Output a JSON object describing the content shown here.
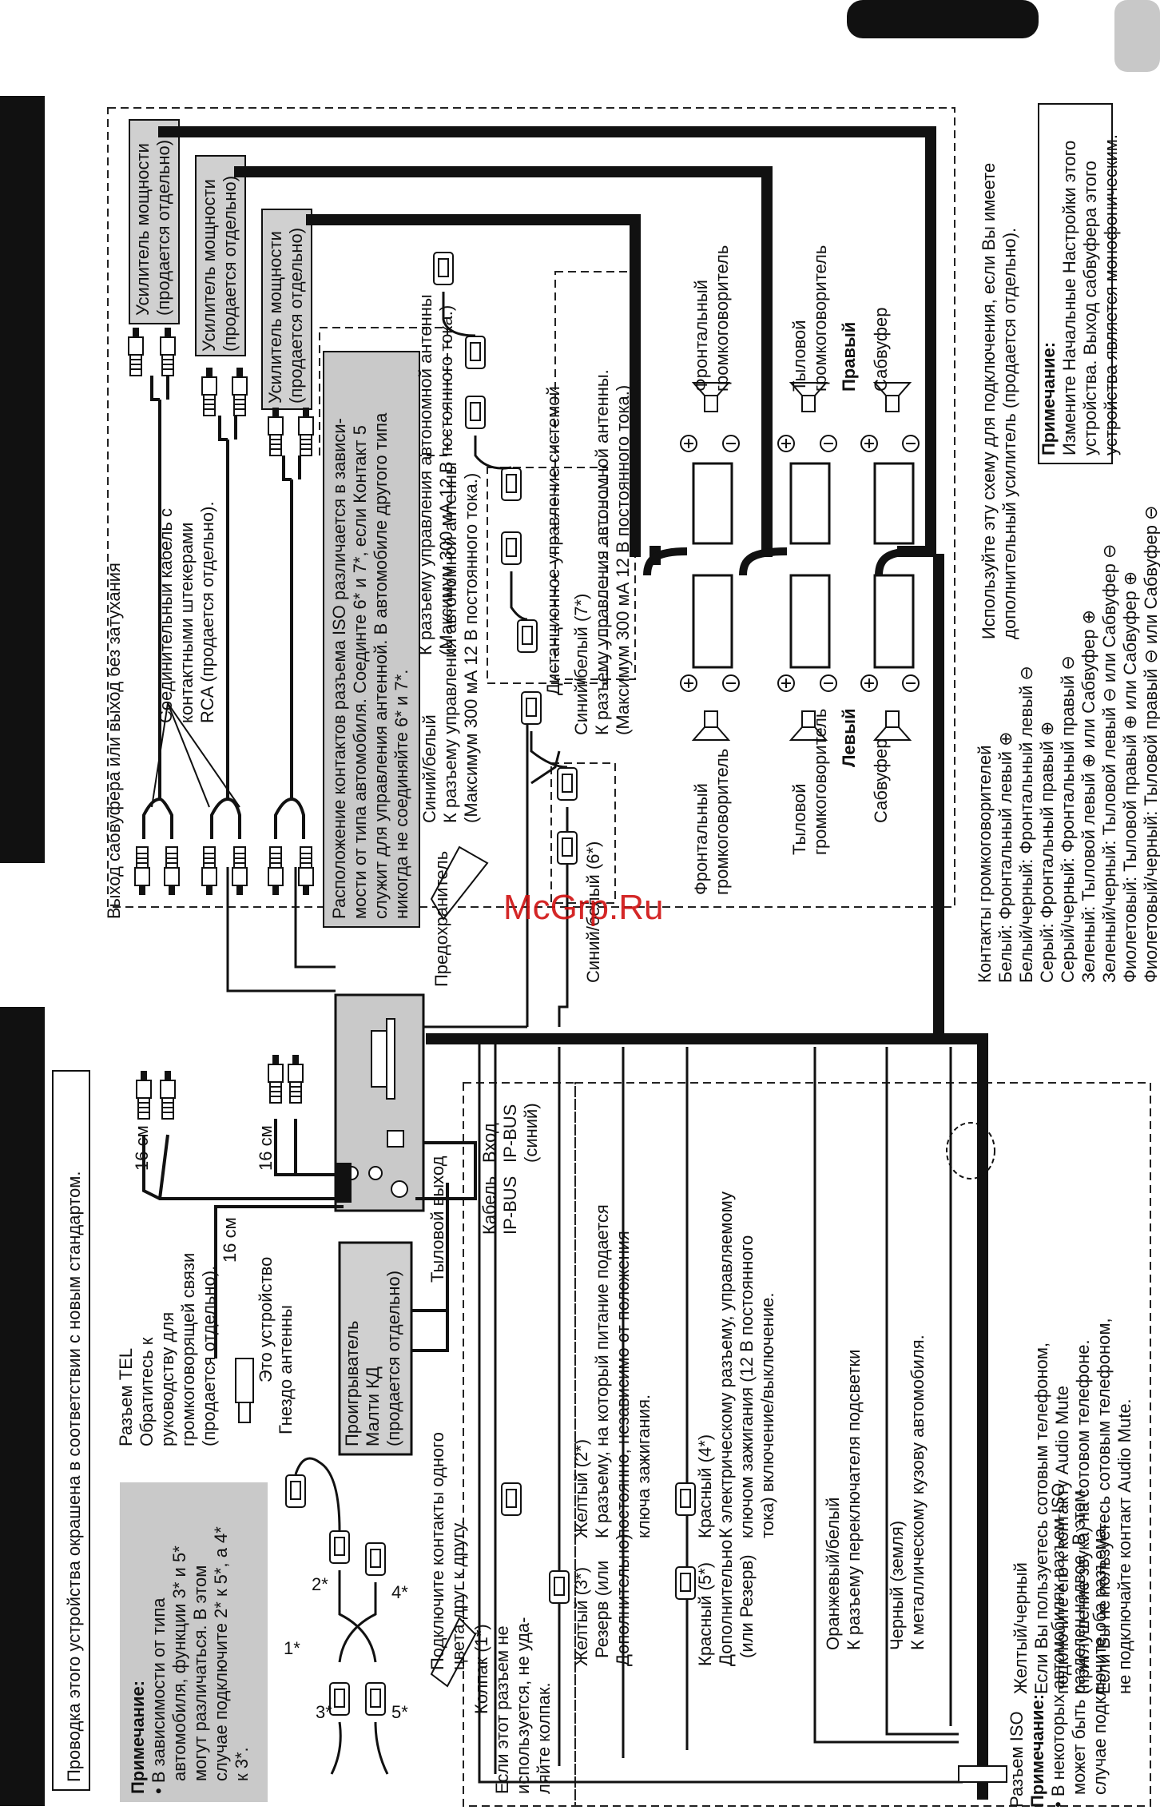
{
  "page": {
    "title": "Проводка этого устройства окрашена в соответствии с новым стандартом.",
    "watermark": "McGrp.Ru"
  },
  "colors": {
    "wire": "#111111",
    "panel_gray": "#c9c9c9",
    "box_gray": "#d0d0d0",
    "watermark": "#d01010"
  },
  "labels": {
    "sub_out": "Выход сабвуфера или выход без затухания",
    "rca_cable": [
      "Соединительный кабель с",
      "контактными штекерами",
      "RCA (продается отдельно)."
    ],
    "amp1": [
      "Усилитель мощности",
      "(продается отдельно)"
    ],
    "amp2": [
      "Усилитель мощности",
      "(продается отдельно)"
    ],
    "amp3": [
      "Усилитель мощности",
      "(продается отдельно)"
    ],
    "iso_note_box": [
      "Расположение контактов разъема ISO различается в зависи-",
      "мости от типа автомобиля. Соединте 6* и 7*, если Контакт 5",
      "служит для управления антенной. В автомобиле другого типа",
      "никогда не соединяйте 6* и 7*."
    ],
    "blue_white": [
      "Синий/белый",
      "К разъему управления автономной антенны",
      "(Максимум 300 мА 12 В постоянного тока.)"
    ],
    "blue_white_7": [
      "Синий/белый (7*)",
      "К разъему управления автономной антенны.",
      "(Максимум 300 мА 12 В постоянного тока.)"
    ],
    "auto_antenna": [
      "К разъему управления автономной антенны",
      "(Максимум 300 мА 12 В постоянного тока.)"
    ],
    "remote": "Дистанционное управление системой",
    "auto_antenna2": [
      "К разъему управления автономной антенны.",
      "(Максимум 300 мА 12 В постоянного тока.)"
    ],
    "blue_white_6": "Синий/белый (6*)",
    "fuse": "Предохранитель",
    "ipbus_in": [
      "Вход",
      "IP-BUS",
      "(синий)"
    ],
    "ipbus_cable": [
      "Кабель",
      "IP-BUS"
    ],
    "rear_out": "Тыловой выход",
    "multi_cd": [
      "Проигрыватель",
      "Малти КД",
      "(продается отдельно)"
    ],
    "cm16_a": "16 см",
    "cm16_b": "16 см",
    "cm16_c": "16 см",
    "this_unit": "Это устройство",
    "antenna_jack": "Гнездо антенны",
    "tel": [
      "Разъем TEL",
      "Обратитесь к",
      "руководству для",
      "громкоговорящей связи",
      "(продается отдельно)."
    ],
    "note1": [
      "Примечание:",
      "• В зависимости от типа",
      "автомобиля, функции 3* и 5*",
      "могут различаться. В этом",
      "случае подключите 2* к 5*, а 4*",
      "к 3*."
    ],
    "connect_same": [
      "Подключите контакты одного",
      "цвета друг к другу."
    ],
    "cap": [
      "Колпак (1*)",
      "Если этот разъем не",
      "используется, не уда-",
      "ляйте колпак."
    ],
    "yellow3": [
      "Желтый (3*)",
      "Резерв (или",
      "Дополнительно)"
    ],
    "yellow2": [
      "Желтый (2*)",
      "К разъему, на который питание подается",
      "постоянно, независимо от положения",
      "ключа зажигания."
    ],
    "red5": [
      "Красный (5*)",
      "Дополнительно",
      "(или Резерв)"
    ],
    "red4": [
      "Красный (4*)",
      "К электрическому разъему, управляемому",
      "ключом зажигания (12 В постоянного",
      "тока) включение/выключение."
    ],
    "orange": [
      "Оранжевый/белый",
      "К разъему переключателя подсветки"
    ],
    "black": [
      "Черный (земля)",
      "К металлическому кузову автомобиля."
    ],
    "yellow_black": [
      "Желтый/черный",
      "Если Вы пользуетесь сотовым телефоном,",
      "подключите его к контакту Audio Mute",
      "(приглушение звука) на сотовом телефоне.",
      "Если Вы не пользуетесь сотовым телефоном,",
      "не подключайте контакт Audio Mute."
    ],
    "iso_conn": [
      "Разъем ISO",
      "Примечание:",
      "• В некоторых автомобилях разъем ISO",
      "может быть разделен надвое. В этом",
      "случае подключите оба разъема."
    ],
    "speaker_contacts": [
      "Контакты громкоговорителей",
      "Белый: Фронтальный левый ⊕",
      "Белый/черный: Фронтальный левый ⊖",
      "Серый: Фронтальный правый ⊕",
      "Серый/черный: Фронтальный правый ⊖",
      "Зеленый: Тыловой левый ⊕ или Сабвуфер ⊕",
      "Зеленый/черный: Тыловой левый ⊖ или Сабвуфер ⊖",
      "Фиолетовый: Тыловой правый ⊕ или Сабвуфер ⊕",
      "Фиолетовый/черный: Тыловой правый ⊖ или Сабвуфер ⊖"
    ],
    "use_scheme": [
      "Используйте эту схему для подключения, если Вы имеете",
      "дополнительный усилитель (продается отдельно)."
    ],
    "note2": [
      "Примечание:",
      "Измените Начальные Настройки этого",
      "устройства. Выход сабвуфера этого",
      "устройства является монофоническим."
    ],
    "front_r": [
      "Фронтальный",
      "громкоговоритель"
    ],
    "rear_r": [
      "Тыловой",
      "громкоговоритель"
    ],
    "right": "Правый",
    "sub_r": "Сабвуфер",
    "front_l": [
      "Фронтальный",
      "громкоговоритель"
    ],
    "rear_l": [
      "Тыловой",
      "громкоговоритель"
    ],
    "left": "Левый",
    "sub_l": "Сабвуфер",
    "mark_1": "1*",
    "mark_2": "2*",
    "mark_3": "3*",
    "mark_4": "4*",
    "mark_5": "5*"
  }
}
